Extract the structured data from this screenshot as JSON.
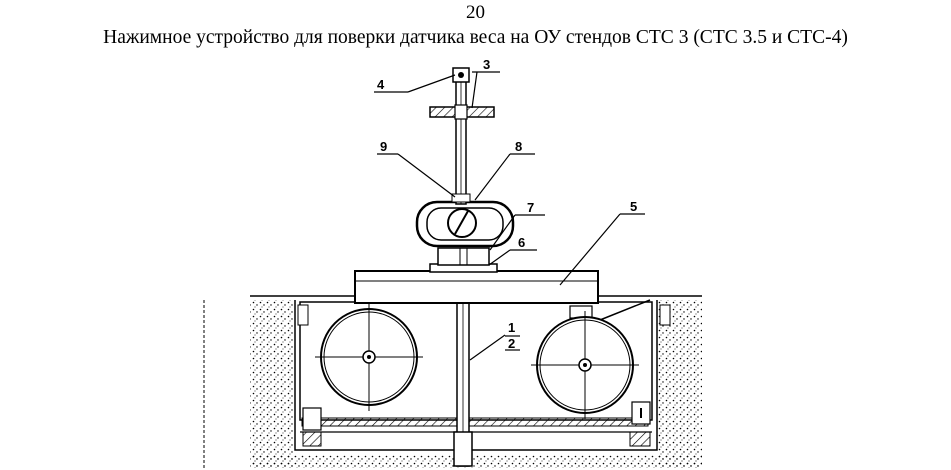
{
  "page": {
    "number": "20",
    "title": "Нажимное устройство для поверки датчика веса на ОУ стендов СТС 3 (СТС 3.5 и СТС-4)"
  },
  "callouts": [
    {
      "id": "c1",
      "text": "1"
    },
    {
      "id": "c2",
      "text": "2"
    },
    {
      "id": "c3",
      "text": "3"
    },
    {
      "id": "c4",
      "text": "4"
    },
    {
      "id": "c5",
      "text": "5"
    },
    {
      "id": "c6",
      "text": "6"
    },
    {
      "id": "c7",
      "text": "7"
    },
    {
      "id": "c8",
      "text": "8"
    },
    {
      "id": "c9",
      "text": "9"
    }
  ]
}
